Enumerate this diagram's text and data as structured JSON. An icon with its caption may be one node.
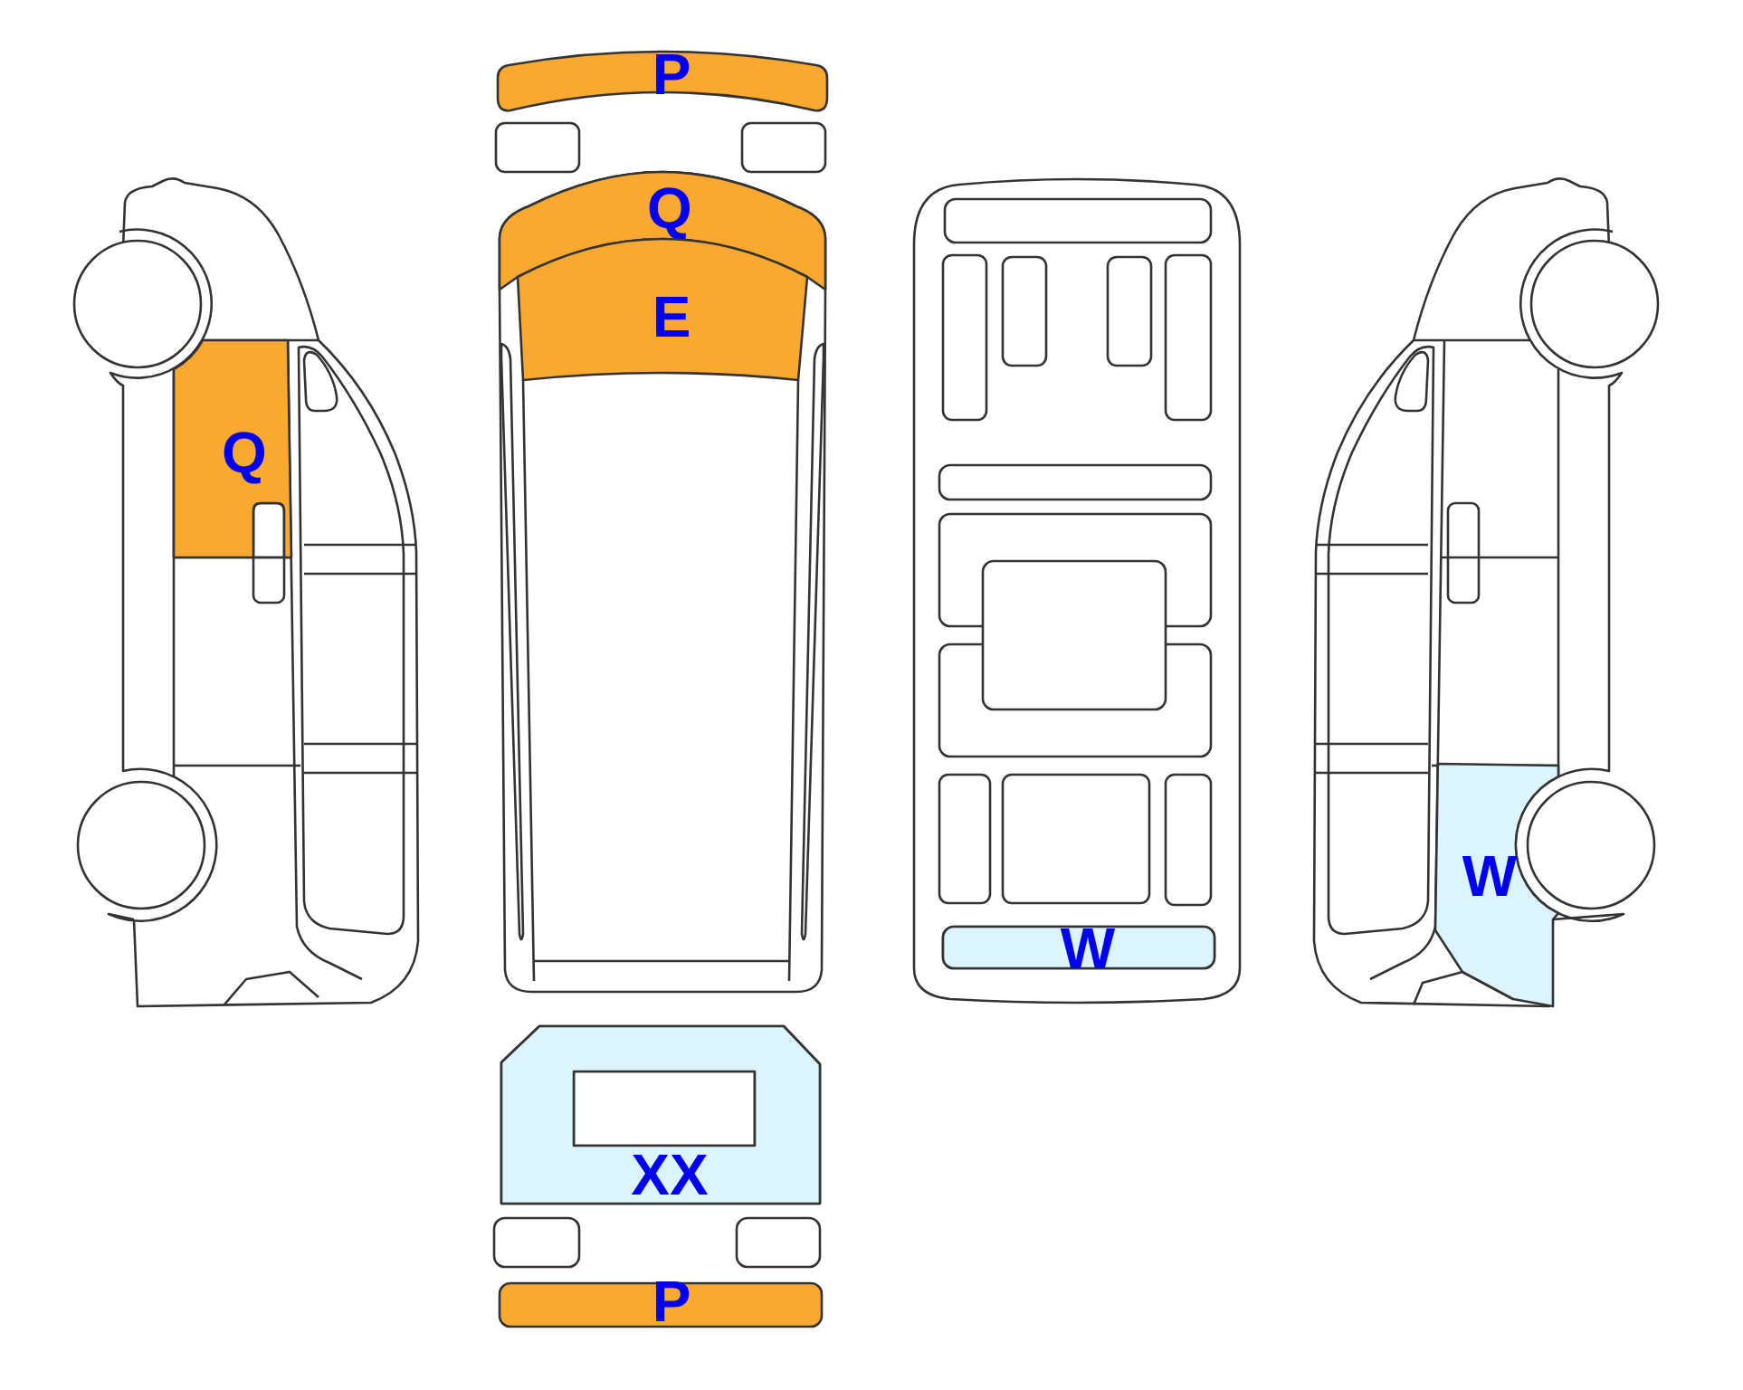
{
  "diagram": {
    "nodes": [
      {
        "text": [
          "P"
        ]
      },
      {
        "text": [
          "Q"
        ]
      },
      {
        "text": [
          "E"
        ]
      },
      {
        "text": [
          "Q"
        ]
      },
      {
        "text": [
          "W"
        ]
      },
      {
        "text": [
          "W"
        ]
      },
      {
        "text": [
          "XX"
        ]
      },
      {
        "text": [
          "P"
        ]
      }
    ]
  }
}
